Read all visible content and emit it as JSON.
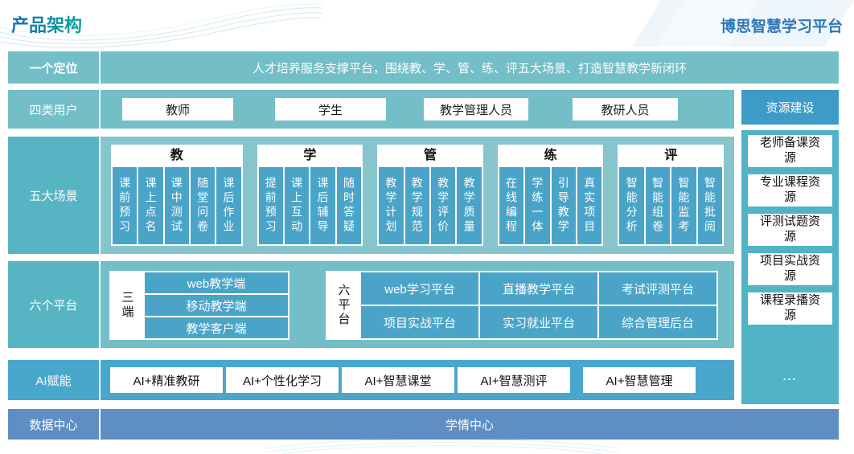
{
  "header": {
    "page_title": "产品架构",
    "brand": "博思智慧学习平台"
  },
  "rows": {
    "positioning": {
      "label": "一个定位",
      "content": "人才培养服务支撑平台，围绕教、学、管、练、评五大场景、打造智慧教学新闭环"
    },
    "users": {
      "label": "四类用户",
      "items": [
        "教师",
        "学生",
        "教学管理人员",
        "教研人员"
      ]
    },
    "scenarios": {
      "label": "五大场景",
      "groups": [
        {
          "name": "教",
          "items": [
            "课前预习",
            "课上点名",
            "课中测试",
            "随堂问卷",
            "课后作业"
          ]
        },
        {
          "name": "学",
          "items": [
            "提前预习",
            "课上互动",
            "课后辅导",
            "随时答疑"
          ]
        },
        {
          "name": "管",
          "items": [
            "教学计划",
            "教学规范",
            "教学评价",
            "教学质量"
          ]
        },
        {
          "name": "练",
          "items": [
            "在线编程",
            "学练一体",
            "引导教学",
            "真实项目"
          ]
        },
        {
          "name": "评",
          "items": [
            "智能分析",
            "智能组卷",
            "智能监考",
            "智能批阅"
          ]
        }
      ]
    },
    "platforms": {
      "label": "六个平台",
      "three": {
        "name": "三端",
        "items": [
          "web教学端",
          "移动教学端",
          "教学客户端"
        ]
      },
      "six": {
        "name": "六平台",
        "items": [
          "web学习平台",
          "直播教学平台",
          "考试评测平台",
          "项目实战平台",
          "实习就业平台",
          "综合管理后台"
        ]
      }
    },
    "ai": {
      "label": "AI赋能",
      "items": [
        "AI+精准教研",
        "AI+个性化学习",
        "AI+智慧课堂",
        "AI+智慧测评",
        "AI+智慧管理"
      ]
    },
    "data": {
      "label": "数据中心",
      "content": "学情中心"
    }
  },
  "sidebar": {
    "title": "资源建设",
    "items": [
      "老师备课资源",
      "专业课程资源",
      "评测试题资源",
      "项目实战资源",
      "课程录播资源"
    ],
    "more": "..."
  },
  "colors": {
    "teal_band": "#73bec7",
    "teal_label_dark": "#57b4c3",
    "scenario_band": "#86c5cb",
    "inner_blue": "#4aa4c8",
    "ai_blue": "#49a7cb",
    "data_steel_blue": "#5e8ec4",
    "sidebar_header": "#3d9bc8",
    "sidebar_body": "#50b3c6",
    "title_gradient_left": "#1d6cb2",
    "title_gradient_right": "#00a79b",
    "brand_blue": "#2c77ba"
  }
}
